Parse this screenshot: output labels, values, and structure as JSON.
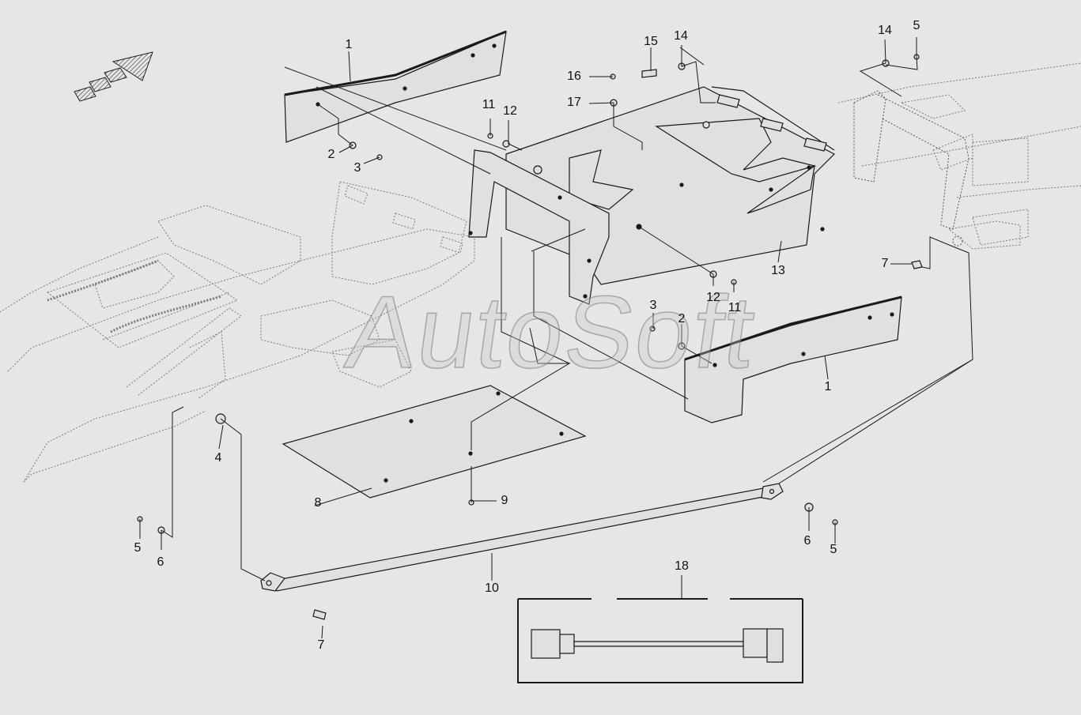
{
  "watermark": "AutoSoft",
  "colors": {
    "background": "#e6e6e6",
    "part_fill": "#e0e0e0",
    "line": "#1a1a1a",
    "context_line": "#7a7a7a"
  },
  "callouts": {
    "c1a": "1",
    "c1b": "1",
    "c2a": "2",
    "c2b": "2",
    "c3a": "3",
    "c3b": "3",
    "c4": "4",
    "c5a": "5",
    "c5b": "5",
    "c5c": "5",
    "c6a": "6",
    "c6b": "6",
    "c7a": "7",
    "c7b": "7",
    "c8": "8",
    "c9": "9",
    "c10": "10",
    "c11a": "11",
    "c11b": "11",
    "c12a": "12",
    "c12b": "12",
    "c13": "13",
    "c14a": "14",
    "c14b": "14",
    "c15": "15",
    "c16": "16",
    "c17": "17",
    "c18": "18"
  },
  "icons": {
    "direction": "direction-arrow-icon"
  }
}
